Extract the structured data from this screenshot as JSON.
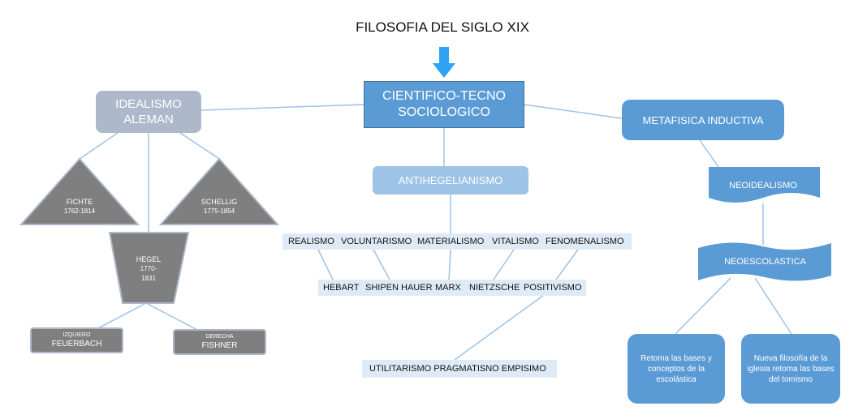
{
  "title": "FILOSOFIA DEL SIGLO XIX",
  "center": {
    "line1": "CIENTIFICO-TECNO",
    "line2": "SOCIOLOGICO"
  },
  "left": {
    "idealismo": {
      "line1": "IDEALISMO",
      "line2": "ALEMAN"
    },
    "fichte": {
      "name": "FICHTE",
      "years": "1762-1814"
    },
    "schellig": {
      "name": "SCHELLIG",
      "years": "1775-1854"
    },
    "hegel": {
      "name": "HEGEL",
      "years1": "1770-",
      "years2": "1831"
    },
    "izquierdo": {
      "small": "IZQUIERO",
      "big": "FEUERBACH"
    },
    "derecha": {
      "small": "DERECHA",
      "big": "FISHNER"
    }
  },
  "middle": {
    "antihegelianismo": "ANTIHEGELIANISMO",
    "currents": [
      "REALISMO",
      "VOLUNTARISMO",
      "MATERIALISMO",
      "VITALISMO",
      "FENOMENALISMO"
    ],
    "authors": [
      "HEBART",
      "SHIPEN HAUER",
      "MARX",
      "NIETZSCHE",
      "POSITIVISMO"
    ],
    "bottom": "UTILITARISMO PRAGMATISNO EMPISIMO"
  },
  "right": {
    "metafisica": "METAFISICA INDUCTIVA",
    "neoidealismo": "NEOIDEALISMO",
    "neoescolastica": "NEOESCOLASTICA",
    "box1": "Retoma las bases y conceptos de la escolástica",
    "box2": "Nueva filosofía de la iglesia retoma las bases del tomismo"
  },
  "colors": {
    "accent_blue": "#5b9bd5",
    "light_blue": "#9dc3e6",
    "band_blue": "#deebf7",
    "gray_dark": "#7f7f7f",
    "gray_light": "#adb9ca",
    "arrow_blue": "#2ea3f2"
  }
}
